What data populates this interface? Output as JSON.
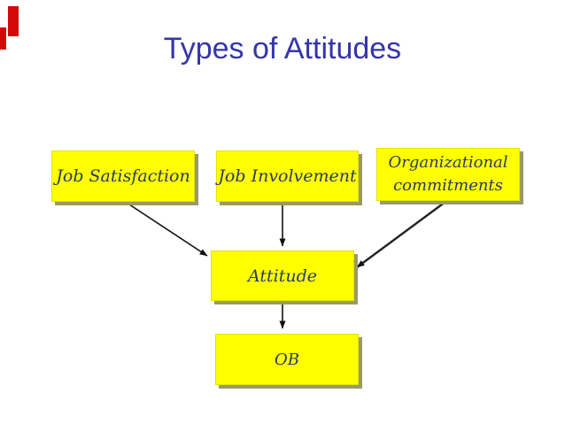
{
  "slide": {
    "title": "Types of Attitudes",
    "boxes": {
      "job_satisfaction": "Job Satisfaction",
      "job_involvement": "Job Involvement",
      "org_line1": "Organizational",
      "org_line2": "commitments",
      "attitude": "Attitude",
      "ob": "OB"
    },
    "diagram_edges": [
      {
        "from": "Job Satisfaction",
        "to": "Attitude"
      },
      {
        "from": "Job Involvement",
        "to": "Attitude"
      },
      {
        "from": "Organizational commitments",
        "to": "Attitude"
      },
      {
        "from": "Attitude",
        "to": "OB"
      }
    ],
    "colors": {
      "title_text": "#3535a8",
      "box_fill": "#ffff00",
      "box_text": "#2a3a66",
      "box_shadow": "#99996b",
      "arrow": "#111111",
      "corner_mark": "#d40808",
      "background": "#ffffff"
    }
  }
}
